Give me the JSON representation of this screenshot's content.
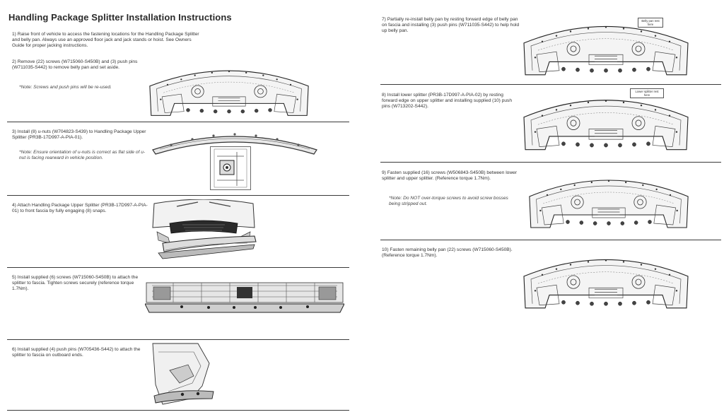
{
  "title": "Handling Package Splitter Installation Instructions",
  "steps": {
    "s1": "1) Raise front of vehicle to access the fastening locations for the Handling Package Splitter and belly pan.  Always use an approved floor jack and jack stands or hoist. See Owners Guide for proper jacking instructions.",
    "s2": "2) Remove (22) screws (W715060-S450B) and (3) push pins (W711035-S442) to remove belly pan and set aside.",
    "s2_note": "*Note:  Screws and push pins will be re-used.",
    "s3": "3) Install (8) u-nuts (W704823-S439) to Handling Package Upper Splitter (PR3B-17D997-A-PIA-01).",
    "s3_note": "*Note:  Ensure orientation of u-nuts is correct as flat side of u-nut is facing rearward in vehicle position.",
    "s4": "4) Attach Handling Package Upper Splitter (PR3B-17D997-A-PIA-01) to front fascia by fully engaging (8) snaps.",
    "s5": "5) Install supplied (6) screws (W715060-S450B) to attach the splitter to fascia. Tighten screws securely (reference torque 1.7Nm).",
    "s6": "6) Install supplied (4) push pins (W705436-S442) to attach the splitter to fascia on outboard ends.",
    "s7": "7) Partially re-install belly pan by resting forward edge of belly pan on fascia and installing (3) push pins (W711035-S442) to help hold up belly pan.",
    "s8": "8) Install lower splitter (PR3B-17D997-A-PIA-02) by resting forward edge on upper splitter and installing supplied (10) push pins (W713202-S442).",
    "s9": "9) Fasten supplied (16) screws (W506843-S450B) between lower splitter and upper splitter. (Reference torque 1.7Nm).",
    "s9_note": "*Note:  Do NOT over-torque screws to avoid screw bosses being stripped out.",
    "s10": "10) Fasten remaining belly pan (22) screws (W715060-S450B). (Reference torque 1.7Nm)."
  },
  "callouts": {
    "belly_pan": "Belly pan rest here",
    "lower_splitter": "Lower splitter rest here"
  },
  "icons": {
    "underbody": "underbody-diagram",
    "splitter": "splitter-diagram",
    "unut": "u-nut-detail",
    "front_view": "vehicle-front-view",
    "fascia": "fascia-close-up",
    "outboard": "outboard-end-detail"
  }
}
